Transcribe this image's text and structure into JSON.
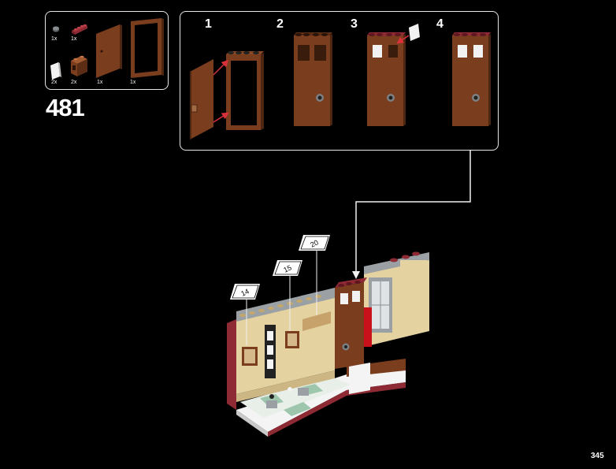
{
  "step": {
    "number": "481"
  },
  "page": {
    "number": "345"
  },
  "parts_callout": {
    "parts": [
      {
        "qty": "1x",
        "icon": "round-tile-dark-grey-icon"
      },
      {
        "qty": "1x",
        "icon": "plate-1x4-dark-red-icon"
      },
      {
        "qty": "1x",
        "icon": "door-panel-brown-icon"
      },
      {
        "qty": "1x",
        "icon": "door-frame-brown-icon"
      },
      {
        "qty": "2x",
        "icon": "window-glass-white-icon"
      },
      {
        "qty": "2x",
        "icon": "window-frame-brown-icon"
      }
    ]
  },
  "substeps": [
    {
      "label": "1"
    },
    {
      "label": "2"
    },
    {
      "label": "3"
    },
    {
      "label": "4"
    }
  ],
  "figure_tags": [
    {
      "label": "14"
    },
    {
      "label": "15"
    },
    {
      "label": "20"
    }
  ],
  "colors": {
    "background": "#000000",
    "brown": "#7a3d1e",
    "dark_red": "#8e2a33",
    "tan": "#e4d2a0",
    "light_grey": "#9aa0a3",
    "white": "#ffffff",
    "red": "#c8111a",
    "sand_green": "#9ec6ad"
  }
}
